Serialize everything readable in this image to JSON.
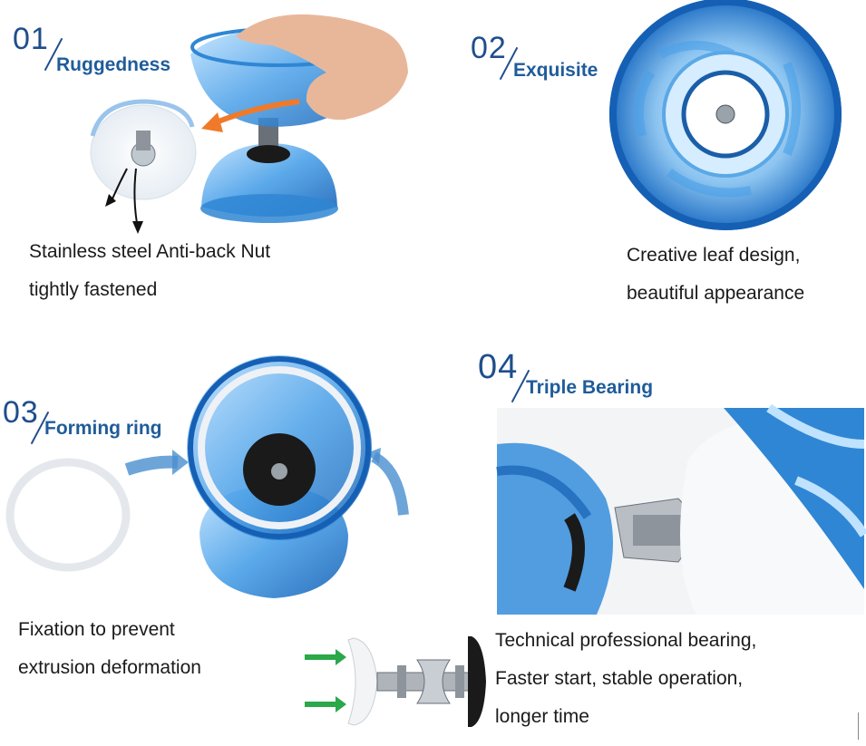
{
  "sections": [
    {
      "number": "01",
      "title": "Ruggedness",
      "lines": [
        "Stainless steel Anti-back Nut",
        "tightly fastened"
      ]
    },
    {
      "number": "02",
      "title": "Exquisite",
      "lines": [
        "Creative leaf design,",
        "beautiful appearance"
      ]
    },
    {
      "number": "03",
      "title": "Forming ring",
      "lines": [
        "Fixation to prevent",
        "extrusion deformation"
      ]
    },
    {
      "number": "04",
      "title": "Triple Bearing",
      "lines": [
        "Technical professional bearing,",
        "Faster start, stable operation,",
        "longer time"
      ]
    }
  ],
  "colors": {
    "heading": "#1f5c9a",
    "number": "#1f4e8c",
    "diabolo_blue": "#2f86d4",
    "diabolo_dark": "#0d4f9c",
    "arrow_orange": "#f07a2a",
    "arrow_green": "#2aa84a",
    "text": "#1a1a1a"
  }
}
